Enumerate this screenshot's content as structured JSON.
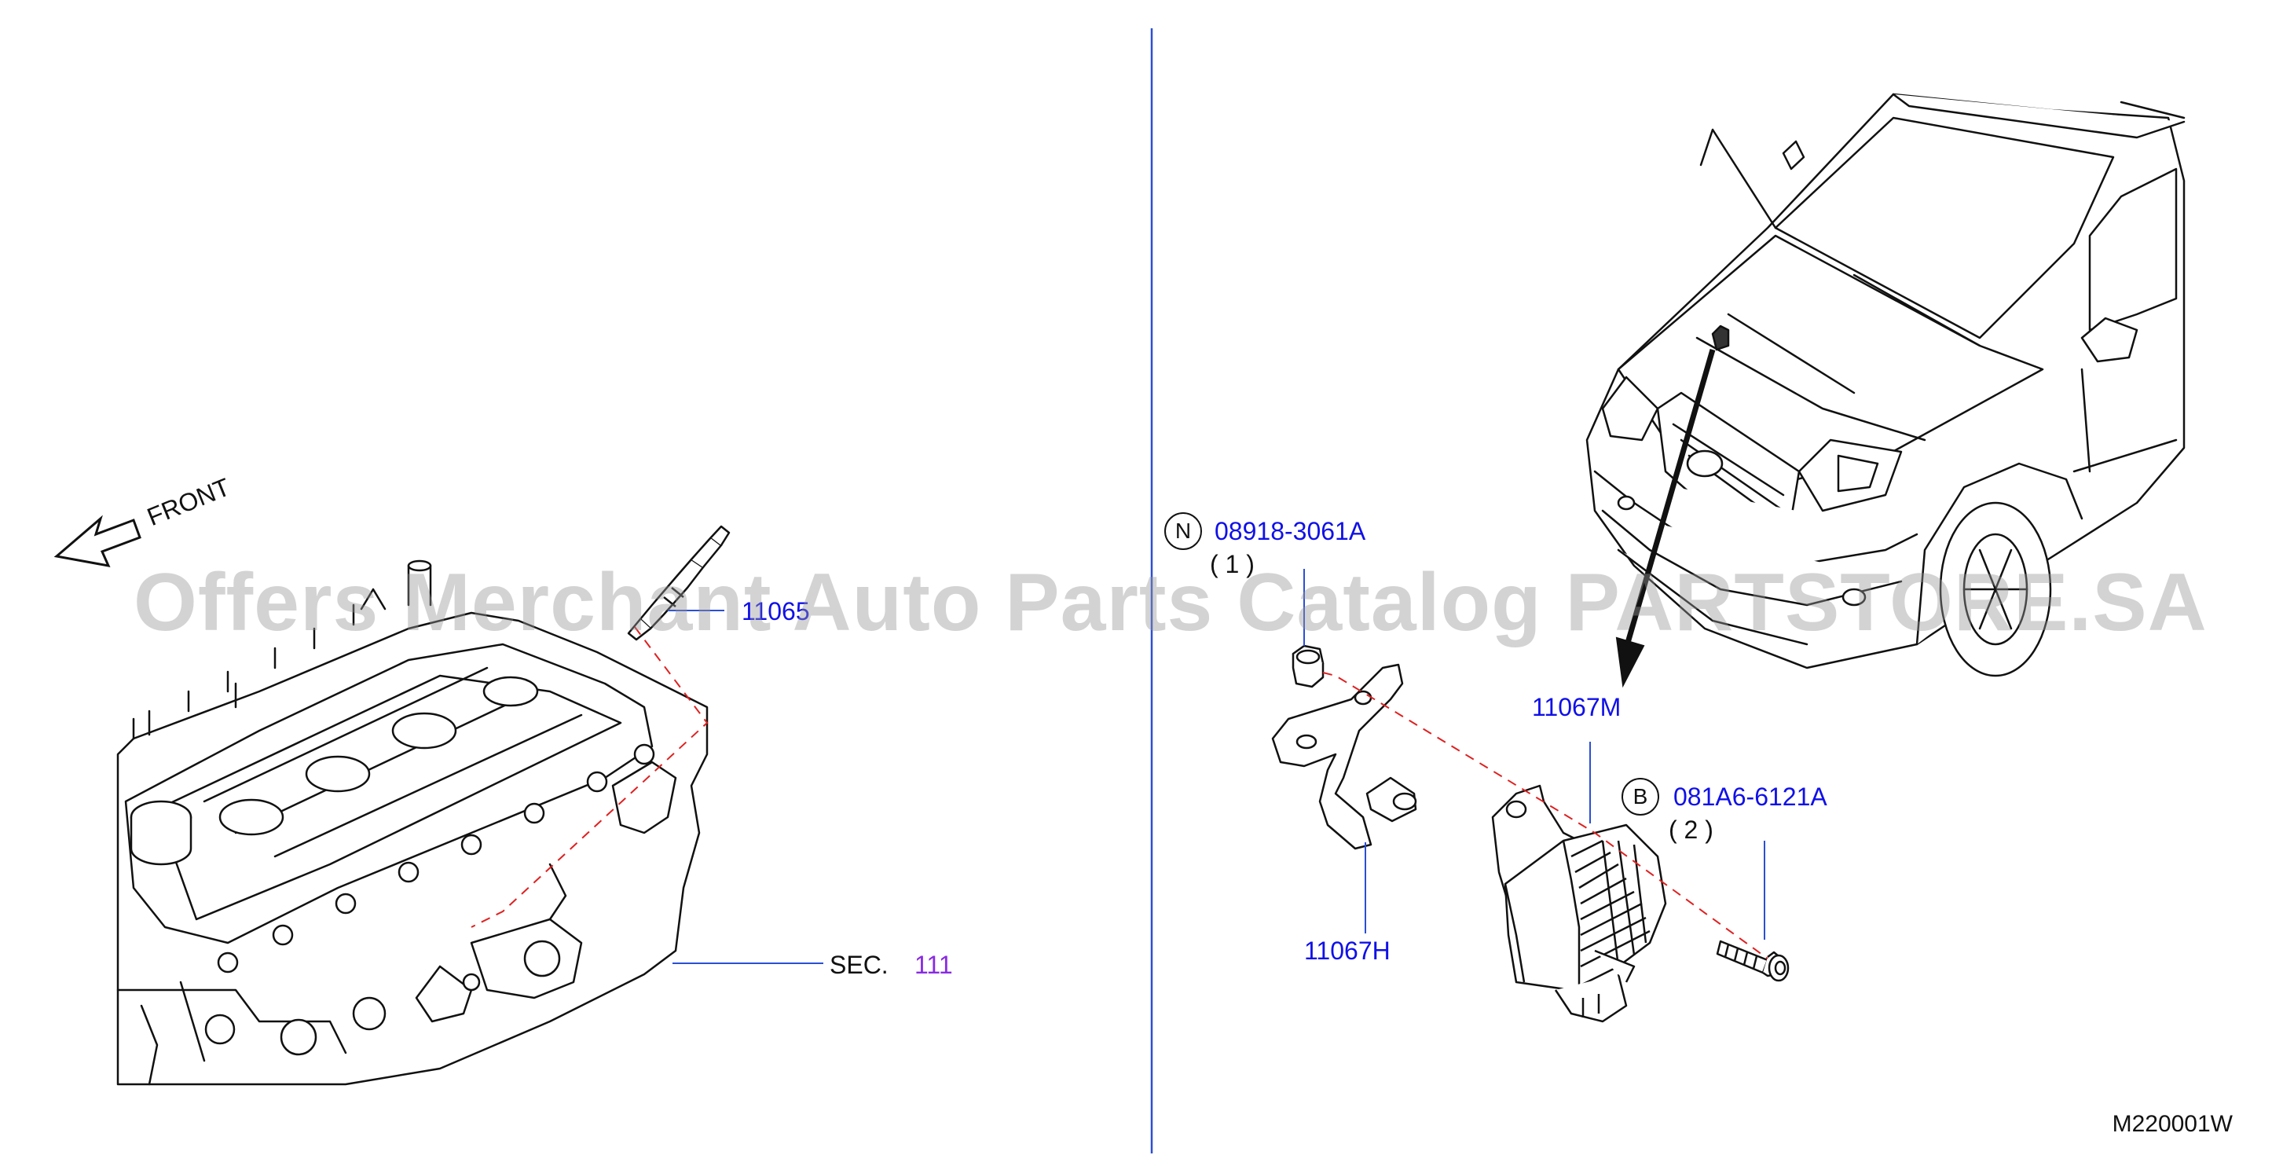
{
  "labels": {
    "part_glow_plug": "11065",
    "sec": "SEC.",
    "sec_number": "111",
    "nut": "08918-3061A",
    "nut_qty": "( 1 )",
    "nut_symbol": "N",
    "bracket": "11067H",
    "control_unit": "11067M",
    "bolt": "081A6-6121A",
    "bolt_qty": "( 2 )",
    "bolt_symbol": "B",
    "front": "FRONT"
  },
  "watermark": "Offers Merchant Auto Parts Catalog PARTSTORE.SA",
  "diagram_code": "M220001W",
  "colors": {
    "callout": "#1010e8",
    "sec_number": "#8a2be2",
    "leader_dashed": "#e02020",
    "leader_line": "#2a4fd6",
    "ink": "#111111"
  }
}
